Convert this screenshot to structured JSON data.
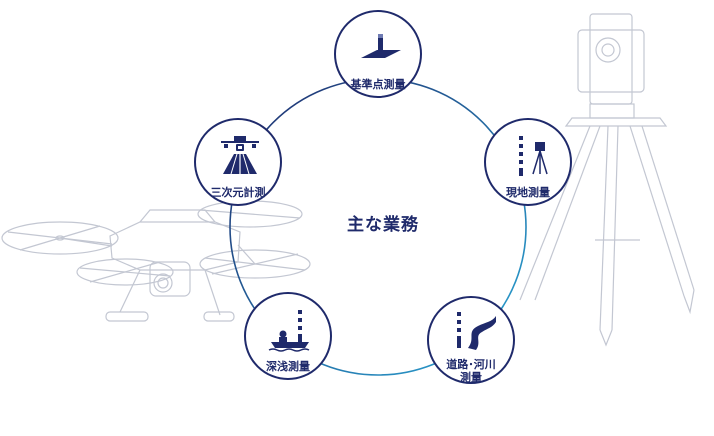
{
  "center": {
    "title": "主な業務"
  },
  "services": {
    "benchmark": {
      "label": "基準点測量",
      "icon": "benchmark-survey-icon"
    },
    "field": {
      "label": "現地測量",
      "icon": "field-survey-icon"
    },
    "road_river": {
      "label_line1": "道路･河川",
      "label_line2": "測量",
      "icon": "road-river-survey-icon"
    },
    "depth": {
      "label": "深浅測量",
      "icon": "depth-survey-icon"
    },
    "threed": {
      "label": "三次元計測",
      "icon": "drone-3d-icon"
    }
  },
  "colors": {
    "navy": "#1f2a6b",
    "ring_start": "#1f2a6b",
    "ring_end": "#2aa7d6",
    "sketch": "#c9ccd6"
  }
}
